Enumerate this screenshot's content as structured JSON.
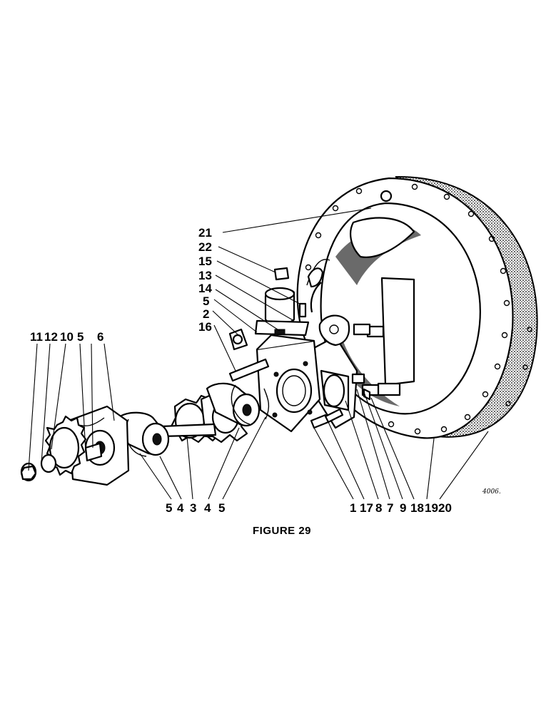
{
  "figure": {
    "caption": "FIGURE 29",
    "drawing_ref": "4006."
  },
  "callouts": {
    "upper_left": [
      "21",
      "22",
      "15",
      "13",
      "14",
      "5",
      "2",
      "16"
    ],
    "left_top": [
      "11",
      "12",
      "10",
      "5",
      "6"
    ],
    "bottom_left": [
      "5",
      "4",
      "3",
      "4",
      "5"
    ],
    "bottom_right": [
      "1",
      "17",
      "8",
      "7",
      "9",
      "18",
      "19",
      "20"
    ]
  }
}
